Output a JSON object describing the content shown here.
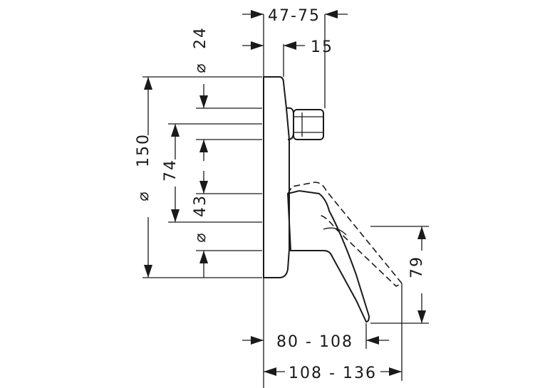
{
  "dimensions": {
    "top_range": "47-75",
    "diameter_24": "24",
    "depth_15": "15",
    "diameter_150": "150",
    "height_74": "74",
    "diameter_43": "43",
    "height_79": "79",
    "spout_reach": "80 - 108",
    "total_reach": "108 - 136"
  },
  "symbols": {
    "diameter": "⌀"
  }
}
